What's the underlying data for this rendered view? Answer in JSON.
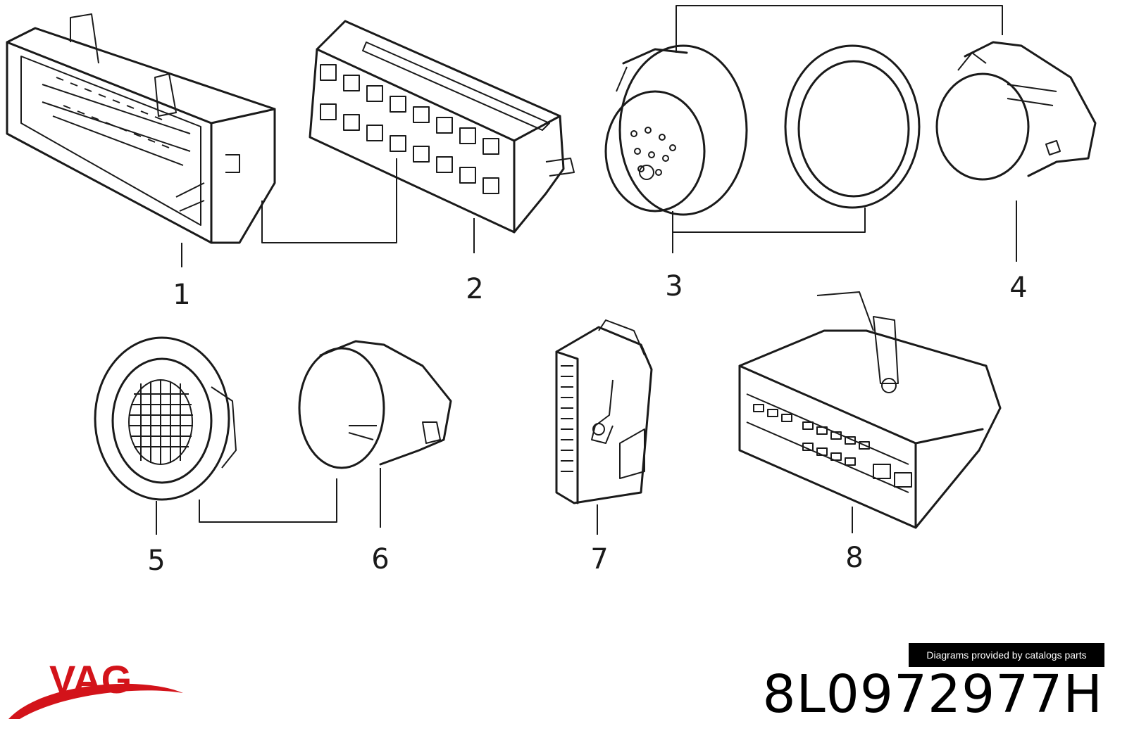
{
  "callouts": [
    "1",
    "2",
    "3",
    "4",
    "5",
    "6",
    "7",
    "8"
  ],
  "credit": "Diagrams provided by catalogs parts",
  "part_number": "8L0972977H",
  "brand": {
    "logo_text": "VAG",
    "color": "#d3131a"
  }
}
